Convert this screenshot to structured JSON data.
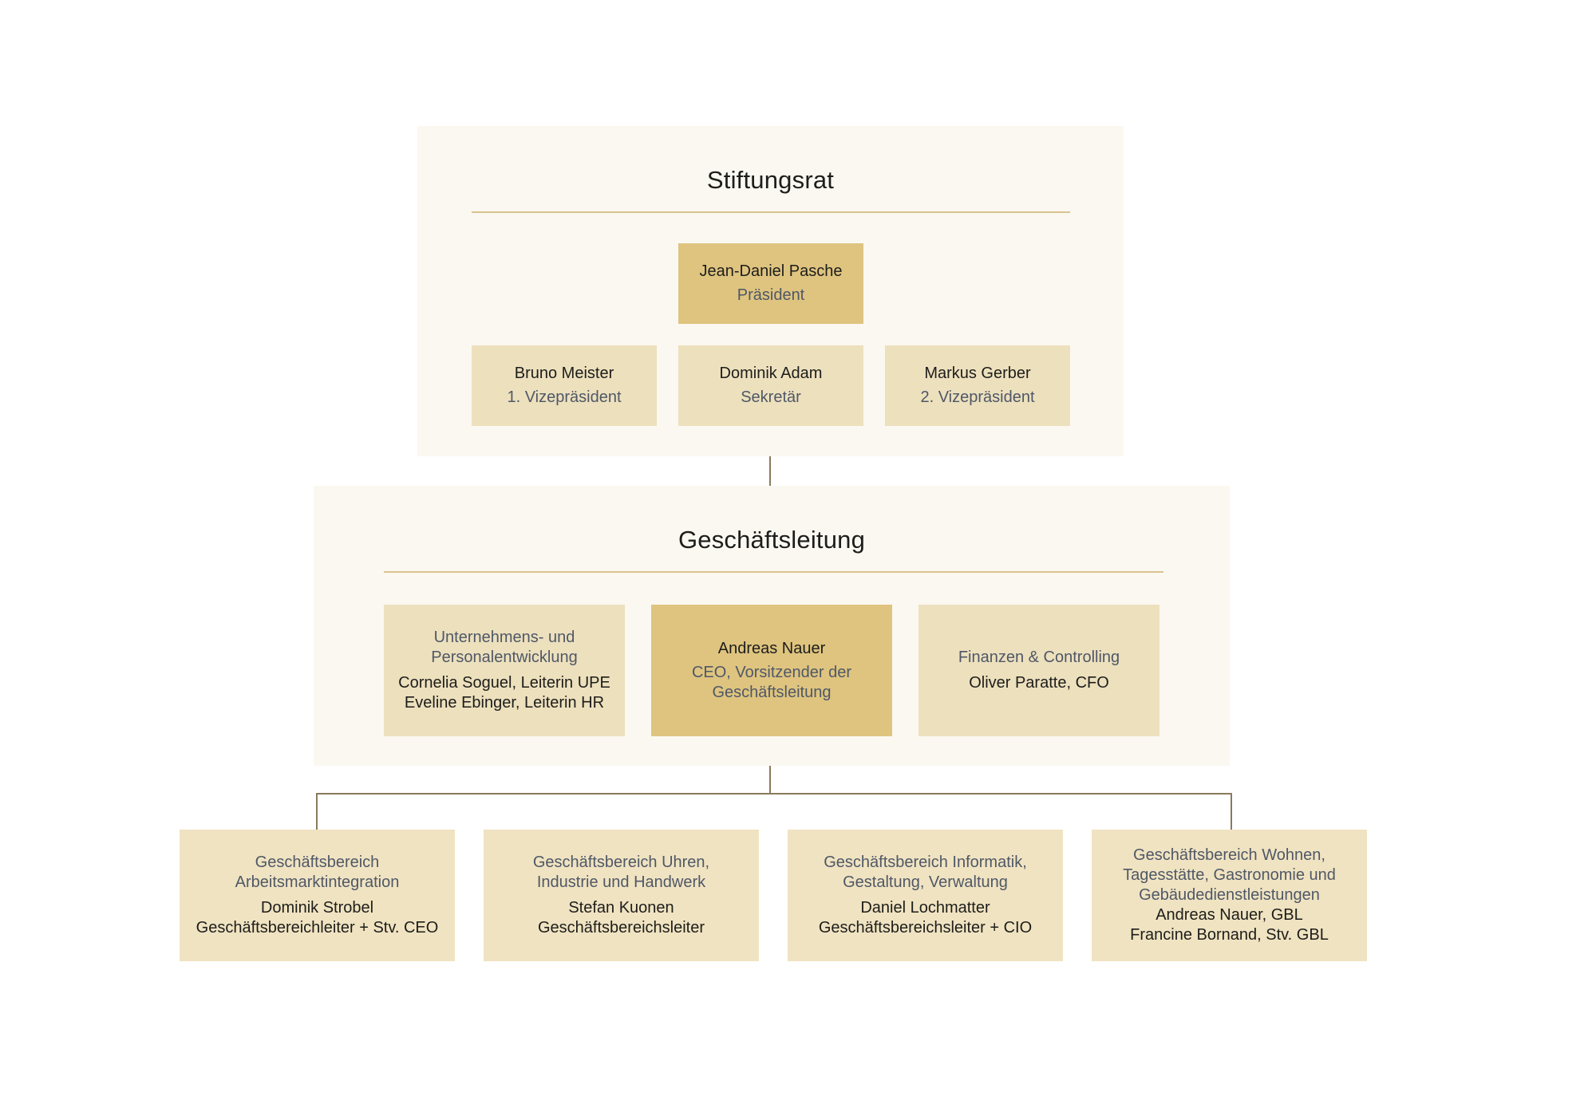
{
  "board": {
    "title": "Stiftungsrat",
    "president": {
      "name": "Jean-Daniel Pasche",
      "role": "Präsident"
    },
    "members": [
      {
        "name": "Bruno Meister",
        "role": "1. Vizepräsident"
      },
      {
        "name": "Dominik Adam",
        "role": "Sekretär"
      },
      {
        "name": "Markus Gerber",
        "role": "2. Vizepräsident"
      }
    ]
  },
  "management": {
    "title": "Geschäftsleitung",
    "left": {
      "role_lines": [
        "Unternehmens- und",
        "Personalentwicklung"
      ],
      "name_lines": [
        "Cornelia Soguel, Leiterin UPE",
        "Eveline Ebinger, Leiterin HR"
      ]
    },
    "center": {
      "name": "Andreas Nauer",
      "role_lines": [
        "CEO, Vorsitzender der",
        "Geschäftsleitung"
      ]
    },
    "right": {
      "role": "Finanzen & Controlling",
      "name": "Oliver Paratte, CFO"
    }
  },
  "divisions": [
    {
      "role_lines": [
        "Geschäftsbereich",
        "Arbeitsmarktintegration"
      ],
      "name_lines": [
        "Dominik Strobel",
        "Geschäftsbereichleiter + Stv. CEO"
      ]
    },
    {
      "role_lines": [
        "Geschäftsbereich Uhren,",
        "Industrie und Handwerk"
      ],
      "name_lines": [
        "Stefan Kuonen",
        "Geschäftsbereichsleiter"
      ]
    },
    {
      "role_lines": [
        "Geschäftsbereich Informatik,",
        "Gestaltung, Verwaltung"
      ],
      "name_lines": [
        "Daniel Lochmatter",
        "Geschäftsbereichsleiter + CIO"
      ]
    },
    {
      "role_lines": [
        "Geschäftsbereich Wohnen,",
        "Tagesstätte, Gastronomie und",
        "Gebäudedienstleistungen"
      ],
      "name_lines": [
        "Andreas Nauer, GBL",
        "Francine Bornand, Stv. GBL"
      ]
    }
  ],
  "colors": {
    "panel": "#fbf8f1",
    "box": "#ede0bd",
    "box_highlight": "#dfc47f",
    "rule": "#d9c48e",
    "connector": "#8a7a5c",
    "role_text": "#4f5867"
  }
}
